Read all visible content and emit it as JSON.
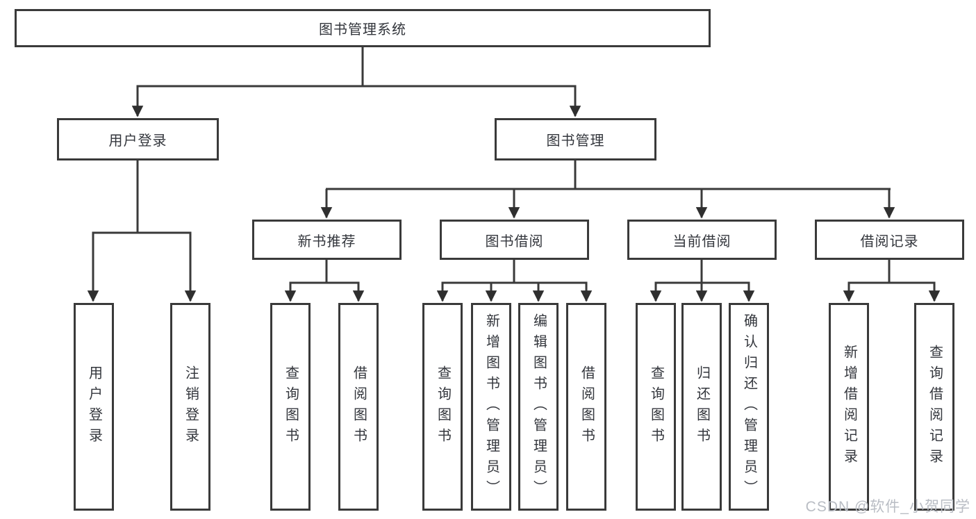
{
  "diagram": {
    "title": "图书管理系统",
    "colors": {
      "line": "#3a3a3a",
      "text": "#33363c",
      "watermark": "#b9bdc4",
      "background": "#ffffff"
    },
    "branches": [
      {
        "label": "用户登录",
        "children": [
          {
            "label": "用户登录"
          },
          {
            "label": "注销登录"
          }
        ]
      },
      {
        "label": "图书管理",
        "children": [
          {
            "label": "新书推荐",
            "children": [
              {
                "label": "查询图书"
              },
              {
                "label": "借阅图书"
              }
            ]
          },
          {
            "label": "图书借阅",
            "children": [
              {
                "label": "查询图书"
              },
              {
                "label": "新增图书（管理员）"
              },
              {
                "label": "编辑图书（管理员）"
              },
              {
                "label": "借阅图书"
              }
            ]
          },
          {
            "label": "当前借阅",
            "children": [
              {
                "label": "查询图书"
              },
              {
                "label": "归还图书"
              },
              {
                "label": "确认归还（管理员）"
              }
            ]
          },
          {
            "label": "借阅记录",
            "children": [
              {
                "label": "新增借阅记录"
              },
              {
                "label": "查询借阅记录"
              }
            ]
          }
        ]
      }
    ],
    "watermark": "CSDN @软件_小贺同学"
  }
}
